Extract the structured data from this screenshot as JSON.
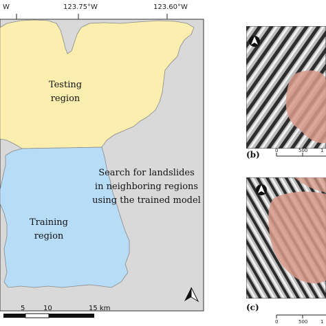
{
  "map": {
    "coords": {
      "lon1": "W",
      "lon2": "123.75°W",
      "lon3": "123.60°W"
    },
    "regions": {
      "testing": [
        "Testing",
        "region"
      ],
      "training": [
        "Training",
        "region"
      ]
    },
    "note": [
      "Search for landslides",
      "in neighboring regions",
      "using the trained model"
    ],
    "scale_bar": {
      "ticks": [
        "5",
        "10",
        "15 km"
      ]
    },
    "colors": {
      "testing": "#fbeeae",
      "training": "#b7dcf7",
      "background": "#d9d9d9",
      "hillshade_highlight": "#d89a8a"
    }
  },
  "insets": {
    "b": {
      "label": "(b)",
      "ticks": [
        "0",
        "500",
        "1"
      ]
    },
    "c": {
      "label": "(c)",
      "ticks": [
        "0",
        "500",
        "1"
      ]
    }
  }
}
